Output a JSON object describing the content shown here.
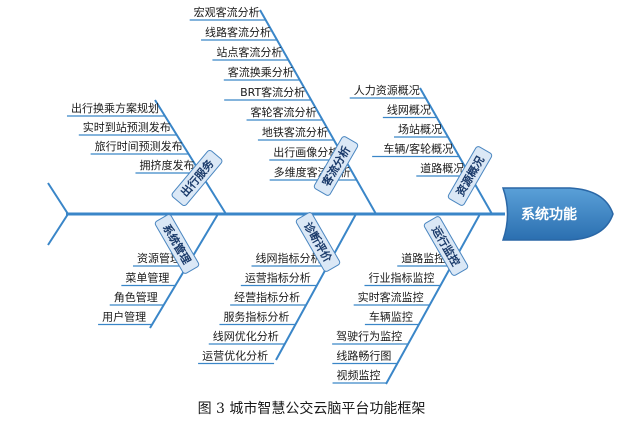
{
  "head": "系统功能",
  "caption": "图 3  城市智慧公交云脑平台功能框架",
  "categories": {
    "chuxing": {
      "label": "出行服务",
      "items": [
        "出行换乘方案规划",
        "实时到站预测发布",
        "旅行时间预测发布",
        "拥挤度发布"
      ]
    },
    "keliu": {
      "label": "客流分析",
      "items": [
        "宏观客流分析",
        "线路客流分析",
        "站点客流分析",
        "客流换乘分析",
        "BRT客流分析",
        "客轮客流分析",
        "地铁客流分析",
        "出行画像分析",
        "多维度客流分析"
      ]
    },
    "ziyuan": {
      "label": "资源概况",
      "items": [
        "人力资源概况",
        "线网概况",
        "场站概况",
        "车辆/客轮概况",
        "道路概况"
      ]
    },
    "xitong": {
      "label": "系统管理",
      "items": [
        "资源管理",
        "菜单管理",
        "角色管理",
        "用户管理"
      ]
    },
    "zhenduan": {
      "label": "诊断评价",
      "items": [
        "线网指标分析",
        "运营指标分析",
        "经营指标分析",
        "服务指标分析",
        "线网优化分析",
        "运营优化分析"
      ]
    },
    "yunxing": {
      "label": "运行监控",
      "items": [
        "道路监控",
        "行业指标监控",
        "实时客流监控",
        "车辆监控",
        "驾驶行为监控",
        "线路畅行图",
        "视频监控"
      ]
    }
  }
}
